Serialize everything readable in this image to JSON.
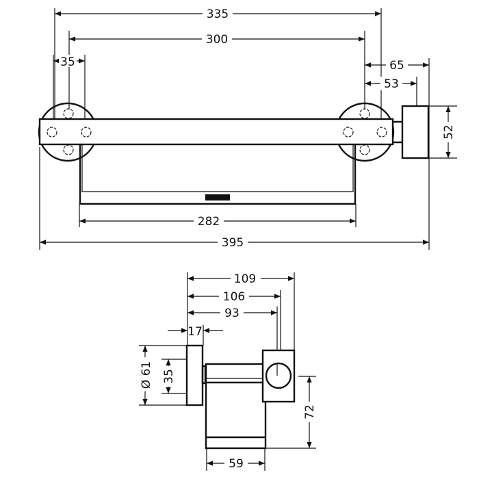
{
  "top_view": {
    "dim_overall_top": "335",
    "dim_hole_span": "300",
    "dim_hole_pitch": "35",
    "dim_end_depth": "65",
    "dim_end_offset": "53",
    "dim_end_height": "52",
    "dim_bracket_width": "282",
    "dim_total_length": "395"
  },
  "side_view": {
    "dim_depth_total": "109",
    "dim_depth_bar": "106",
    "dim_depth_center": "93",
    "dim_plate_thickness": "17",
    "dim_rosette_diameter": "Ø 61",
    "dim_rosette_holes": "35",
    "dim_height": "72",
    "dim_width": "59"
  }
}
